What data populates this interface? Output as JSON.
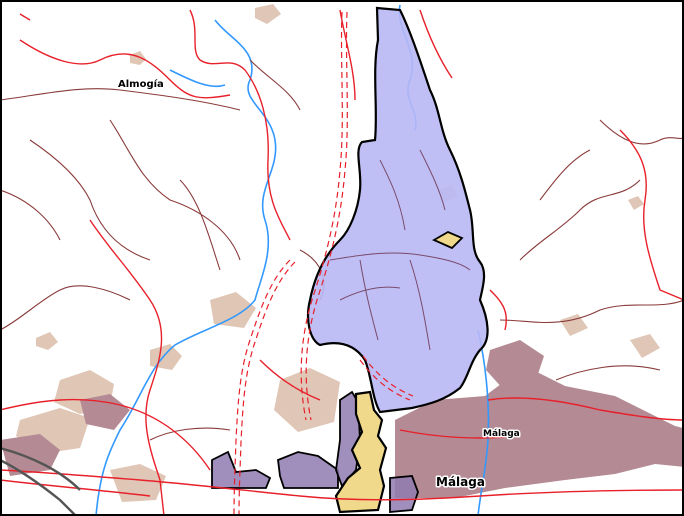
{
  "map": {
    "labels": {
      "almogia": "Almogía",
      "malaga_district": "Málaga",
      "malaga_city": "Málaga"
    },
    "colors": {
      "background": "#ffffff",
      "frame": "#000000",
      "protected_area_fill": "#b8b8f5",
      "protected_area_outline": "#000000",
      "highlight_fill": "#f0d98a",
      "road_primary": "#e8202a",
      "road_secondary": "#8a3a3a",
      "river": "#3399ff",
      "urban_light": "#dcc0ae",
      "urban_dark": "#a87a8a",
      "rail": "#555555"
    }
  }
}
